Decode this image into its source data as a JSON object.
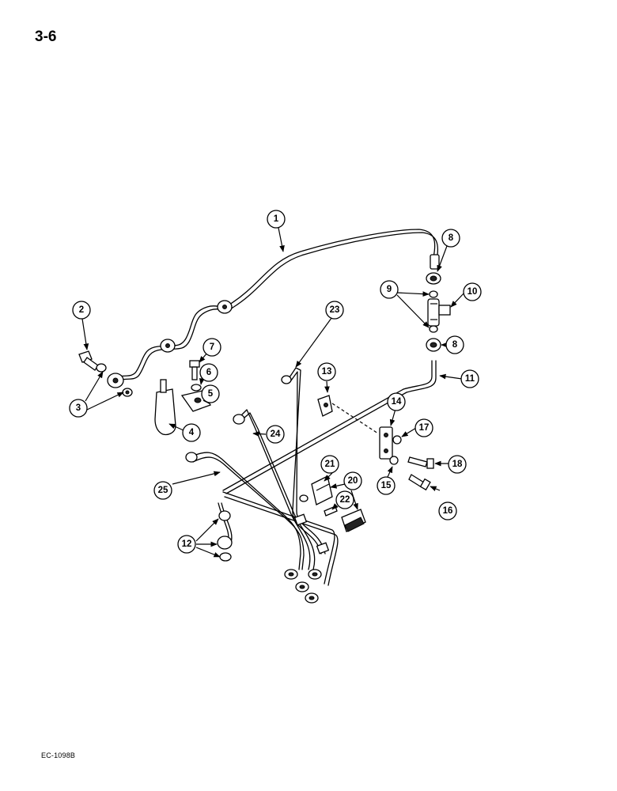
{
  "page": {
    "page_number": "3-6",
    "document_code": "EC-1098B"
  },
  "callouts": {
    "c1": "1",
    "c2": "2",
    "c3": "3",
    "c4": "4",
    "c5": "5",
    "c6": "6",
    "c7": "7",
    "c8a": "8",
    "c8b": "8",
    "c9": "9",
    "c10": "10",
    "c11": "11",
    "c12": "12",
    "c13": "13",
    "c14": "14",
    "c15": "15",
    "c16": "16",
    "c17": "17",
    "c18": "18",
    "c20": "20",
    "c21": "21",
    "c22": "22",
    "c23": "23",
    "c24": "24",
    "c25": "25"
  },
  "colors": {
    "ink": "#000000",
    "paper": "#ffffff"
  }
}
